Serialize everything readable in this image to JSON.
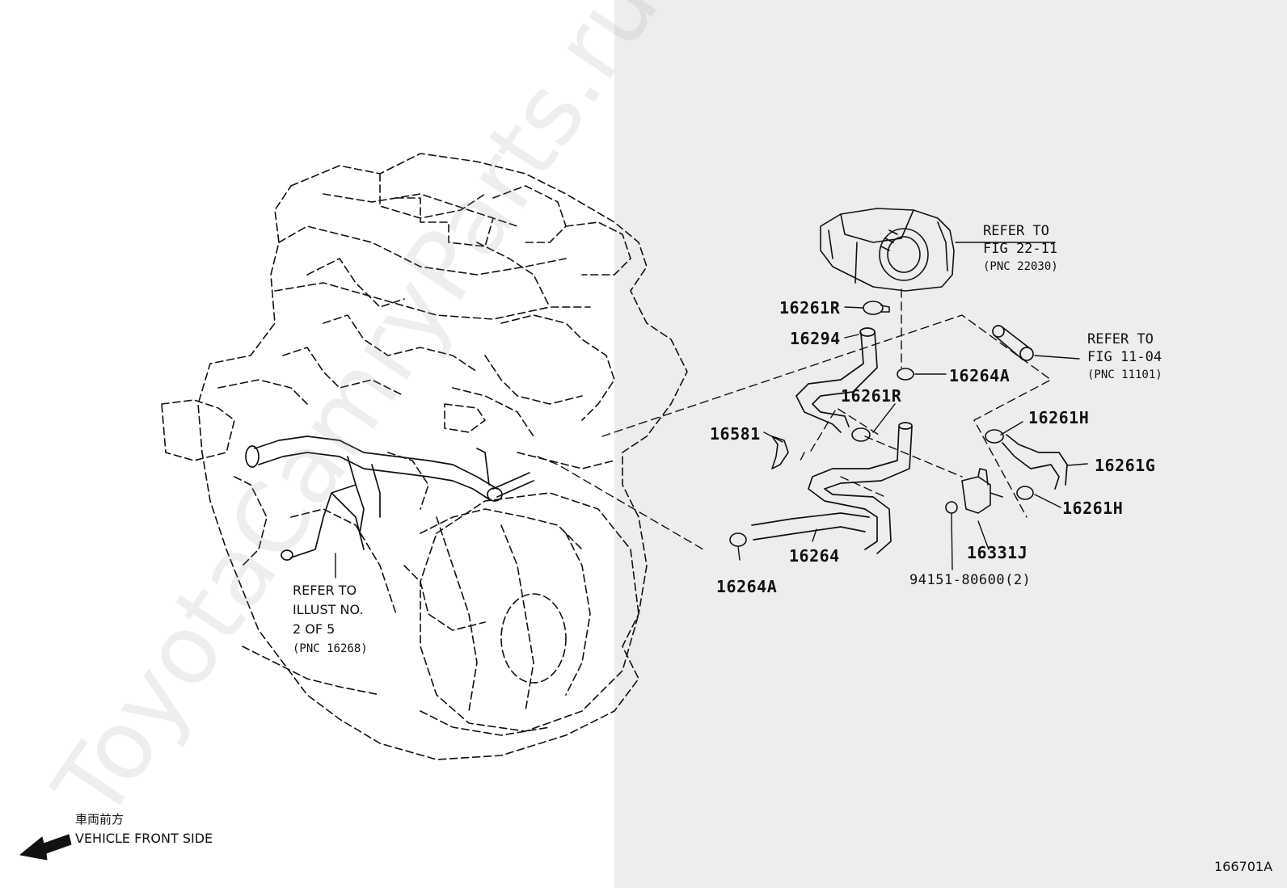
{
  "watermark": "ToyotaCamryParts.ru",
  "figure_id": "166701A",
  "direction": {
    "japanese": "車両前方",
    "english": "VEHICLE FRONT SIDE",
    "icon": "arrow-left-icon"
  },
  "refs": {
    "throttle": [
      "REFER TO",
      "FIG 22-11",
      "(PNC 22030)"
    ],
    "intake": [
      "REFER TO",
      "FIG 11-04",
      "(PNC 11101)"
    ],
    "illust": [
      "REFER TO",
      "ILLUST NO.",
      "2 OF 5",
      "(PNC 16268)"
    ]
  },
  "parts": {
    "p16261R_top": "16261R",
    "p16294": "16294",
    "p16264A_right": "16264A",
    "p16261R_mid": "16261R",
    "p16581": "16581",
    "p16261H_top": "16261H",
    "p16261G": "16261G",
    "p16261H_bottom": "16261H",
    "p16264": "16264",
    "p16264A_bottom": "16264A",
    "p16331J": "16331J",
    "p94151": "94151-80600(2)"
  },
  "colors": {
    "line": "#111111",
    "panel": "#ededed",
    "background": "#ffffff"
  }
}
